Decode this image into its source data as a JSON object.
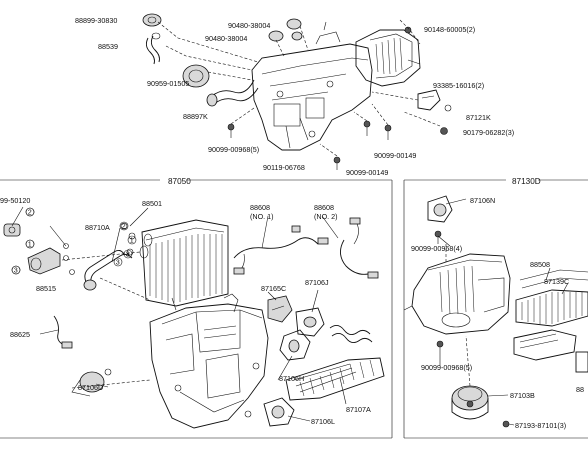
{
  "labels": {
    "p88899_30830": "88899-30830",
    "p88539": "88539",
    "p90959_01505": "90959-01505",
    "p88897k": "88897K",
    "p90480_38004": "90480-38004",
    "p90480_38004_b": "90480-38004",
    "p90148_60005": "90148-60005(2)",
    "p93385_16016": "93385-16016(2)",
    "p87121k": "87121K",
    "p90179_06282": "90179-06282(3)",
    "p90099_00968_5": "90099-00968(5)",
    "p90099_00149_a": "90099-00149",
    "p90119_06768": "90119-06768",
    "p90099_00149_b": "90099-00149",
    "p87050": "87050",
    "p87130d": "87130D",
    "p99_50120": "99-50120",
    "p88501": "88501",
    "p88710a": "88710A",
    "p88608_a": "88608",
    "p88608_a_note": "(NO. 1)",
    "p88608_b": "88608",
    "p88608_b_note": "(NO. 2)",
    "p88515": "88515",
    "p88625": "88625",
    "p87165c": "87165C",
    "p87106j": "87106J",
    "p87106d": "87106D",
    "p87106h": "87106H",
    "p87107a": "87107A",
    "p87106l": "87106L",
    "p87106n": "87106N",
    "p90099_00968_4": "90099-00968(4)",
    "p88508": "88508",
    "p87139c": "87139C",
    "p90099_00968_5b": "90099-00968(5)",
    "p87103b": "87103B",
    "p87193_87101": "87193-87101(3)",
    "p88_cut": "88"
  },
  "callouts": {
    "n2": "2",
    "n1": "1",
    "n3": "3",
    "n2b": "2",
    "n1b": "1",
    "n3b": "3",
    "n3c": "3"
  }
}
